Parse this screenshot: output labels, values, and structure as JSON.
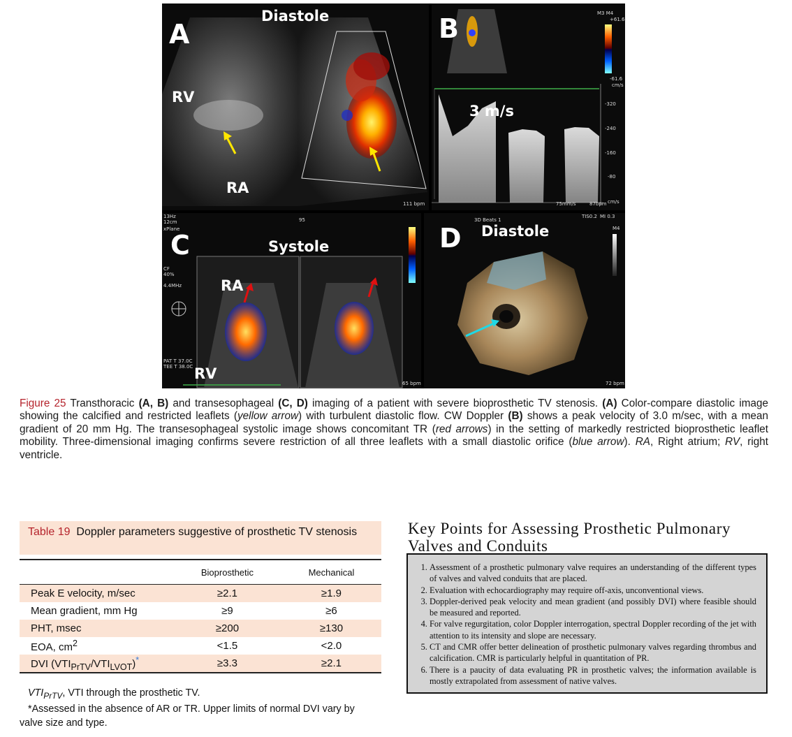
{
  "figure": {
    "panels": {
      "a": {
        "letter": "A",
        "phase": "Diastole",
        "labels": [
          "RV",
          "RA"
        ],
        "rate": "111 bpm"
      },
      "b": {
        "letter": "B",
        "velocity": "3 m/s",
        "scale": [
          "M3 M4",
          "+61.6",
          "-61.6",
          "cm/s"
        ],
        "ticks": [
          "-320",
          "-240",
          "-160",
          "-80",
          "cm/s"
        ],
        "sweep": "75mm/s",
        "rate": "87bpm"
      },
      "c": {
        "letter": "C",
        "phase": "Systole",
        "labels": [
          "RA",
          "RV"
        ],
        "angle": "95",
        "header": [
          "13Hz",
          "12cm",
          "xPlane"
        ],
        "side_text": [
          "CF",
          "40%",
          "4.4MHz"
        ],
        "temps": [
          "PAT T 37.0C",
          "TEE T 38.0C"
        ],
        "rate": "65 bpm"
      },
      "d": {
        "letter": "D",
        "phase": "Diastole",
        "header": [
          "3D Beats 1",
          "TIS0.2",
          "MI 0.3",
          "M4"
        ],
        "rate": "72 bpm"
      }
    }
  },
  "caption": {
    "label": "Figure 25",
    "segments": [
      {
        "t": " Transthoracic ",
        "s": "n"
      },
      {
        "t": "(A, B)",
        "s": "b"
      },
      {
        "t": " and transesophageal ",
        "s": "n"
      },
      {
        "t": "(C, D)",
        "s": "b"
      },
      {
        "t": " imaging of a patient with severe bioprosthetic TV stenosis. ",
        "s": "n"
      },
      {
        "t": "(A)",
        "s": "b"
      },
      {
        "t": " Color-compare diastolic image showing the calcified and restricted leaflets (",
        "s": "n"
      },
      {
        "t": "yellow arrow",
        "s": "i"
      },
      {
        "t": ") with turbulent diastolic flow. CW Doppler ",
        "s": "n"
      },
      {
        "t": "(B)",
        "s": "b"
      },
      {
        "t": " shows a peak velocity of 3.0 m/sec, with a mean gradient of 20 mm Hg. The transesophageal systolic image shows concomitant TR (",
        "s": "n"
      },
      {
        "t": "red arrows",
        "s": "i"
      },
      {
        "t": ") in the setting of markedly restricted bioprosthetic leaflet mobility. Three-dimensional imaging confirms severe restriction of all three leaflets with a small diastolic orifice (",
        "s": "n"
      },
      {
        "t": "blue arrow",
        "s": "i"
      },
      {
        "t": "). ",
        "s": "n"
      },
      {
        "t": "RA",
        "s": "i"
      },
      {
        "t": ", Right atrium; ",
        "s": "n"
      },
      {
        "t": "RV",
        "s": "i"
      },
      {
        "t": ", right ventricle.",
        "s": "n"
      }
    ]
  },
  "table": {
    "number": "Table 19",
    "title": "Doppler parameters suggestive of prosthetic TV stenosis",
    "columns": [
      "",
      "Bioprosthetic",
      "Mechanical"
    ],
    "rows": [
      {
        "label": "Peak E velocity, m/sec",
        "bio": "≥2.1",
        "mech": "≥1.9"
      },
      {
        "label": "Mean gradient, mm Hg",
        "bio": "≥9",
        "mech": "≥6"
      },
      {
        "label": "PHT, msec",
        "bio": "≥200",
        "mech": "≥130"
      },
      {
        "label": "EOA, cm",
        "label_sup": "2",
        "bio": "<1.5",
        "mech": "<2.0"
      },
      {
        "label": "DVI (VTI",
        "label_sub1": "PrTV",
        "label_mid": "/VTI",
        "label_sub2": "LVOT",
        "label_end": ")",
        "label_star": "*",
        "bio": "≥3.3",
        "mech": "≥2.1"
      }
    ],
    "footnote1_abbr": "VTI",
    "footnote1_sub": "PrTV",
    "footnote1_text": ", VTI through the prosthetic TV.",
    "footnote2": "*Assessed in the absence of AR or TR. Upper limits of normal DVI vary by valve size and type."
  },
  "key_points": {
    "title": "Key Points for Assessing Prosthetic Pulmonary Valves and Conduits",
    "items": [
      "Assessment of a prosthetic pulmonary valve requires an understanding of the different types of valves and valved conduits that are placed.",
      "Evaluation with echocardiography may require off-axis, unconventional views.",
      "Doppler-derived peak velocity and mean gradient (and possibly DVI) where feasible should be measured and reported.",
      "For valve regurgitation, color Doppler interrogation, spectral Doppler recording of the jet with attention to its intensity and slope are necessary.",
      "CT and CMR offer better delineation of prosthetic pulmonary valves regarding thrombus and calcification. CMR is particularly helpful in quantitation of PR.",
      "There is a paucity of data evaluating PR in prosthetic valves; the information available is mostly extrapolated from assessment of native valves."
    ]
  },
  "colors": {
    "accent": "#b5232c",
    "table_shade": "#fbe3d4",
    "box_gray": "#d4d4d4"
  }
}
